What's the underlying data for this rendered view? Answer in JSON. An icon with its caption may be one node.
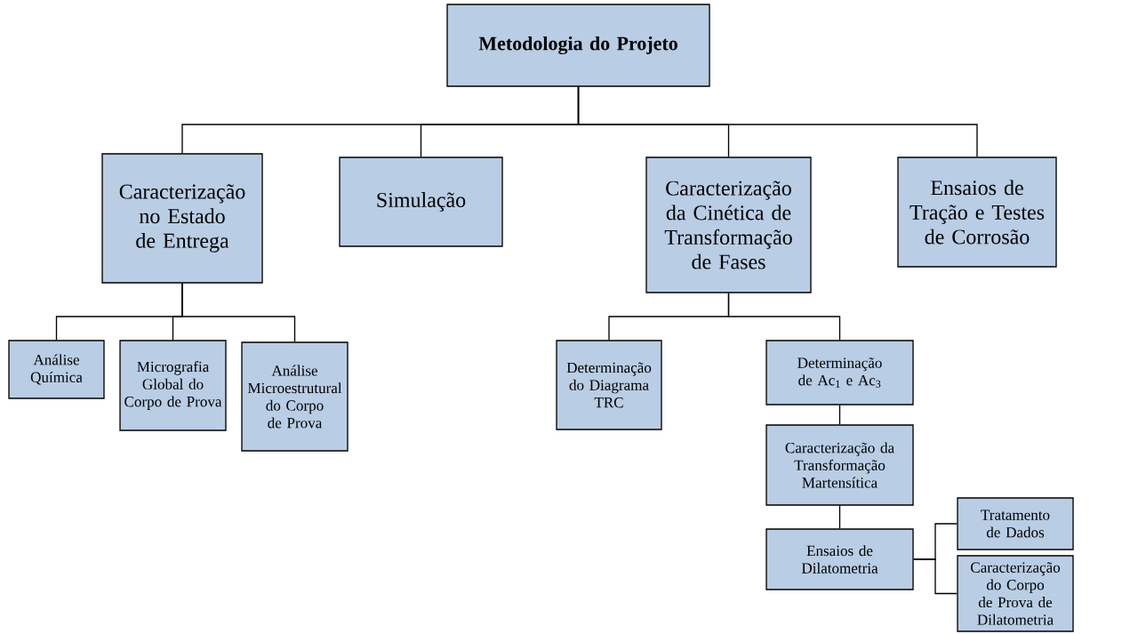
{
  "diagram": {
    "nodes": [
      {
        "text": [
          "Metodologia do Projeto"
        ]
      },
      {
        "text": [
          "Caracterização no Estado de Entrega"
        ]
      },
      {
        "text": [
          "Simulação"
        ]
      },
      {
        "text": [
          "Caracterização da Cinética de Transformação de Fases"
        ]
      },
      {
        "text": [
          "Ensaios de Tração e Testes de Corrosão"
        ]
      },
      {
        "text": [
          "Análise Química"
        ]
      },
      {
        "text": [
          "Micrografia Global do Corpo de Prova"
        ]
      },
      {
        "text": [
          "Análise Microestrutural do Corpo de Prova"
        ]
      },
      {
        "text": [
          "Determinação do Diagrama TRC"
        ]
      },
      {
        "text": [
          "Determinação de Ac$_{1}$ e Ac$_{3}$"
        ]
      },
      {
        "text": [
          "Caracterização da Transformação Martensítica"
        ]
      },
      {
        "text": [
          "Ensaios de Dilatometria"
        ]
      },
      {
        "text": [
          "Tratamento de Dados"
        ]
      },
      {
        "text": [
          "Caracterização do Corpo de Prova de Dilatometria"
        ]
      }
    ],
    "edges": [
      {
        "from": 0,
        "to": 1,
        "arrow": "none"
      },
      {
        "from": 0,
        "to": 2,
        "arrow": "none"
      },
      {
        "from": 0,
        "to": 3,
        "arrow": "none"
      },
      {
        "from": 0,
        "to": 4,
        "arrow": "none"
      },
      {
        "from": 1,
        "to": 5,
        "arrow": "none"
      },
      {
        "from": 1,
        "to": 6,
        "arrow": "none"
      },
      {
        "from": 1,
        "to": 7,
        "arrow": "none"
      },
      {
        "from": 3,
        "to": 8,
        "arrow": "none"
      },
      {
        "from": 3,
        "to": 9,
        "arrow": "none"
      },
      {
        "from": 9,
        "to": 10,
        "arrow": "none"
      },
      {
        "from": 10,
        "to": 11,
        "arrow": "none"
      },
      {
        "from": 11,
        "to": 12,
        "arrow": "none"
      },
      {
        "from": 11,
        "to": 13,
        "arrow": "none"
      }
    ]
  }
}
